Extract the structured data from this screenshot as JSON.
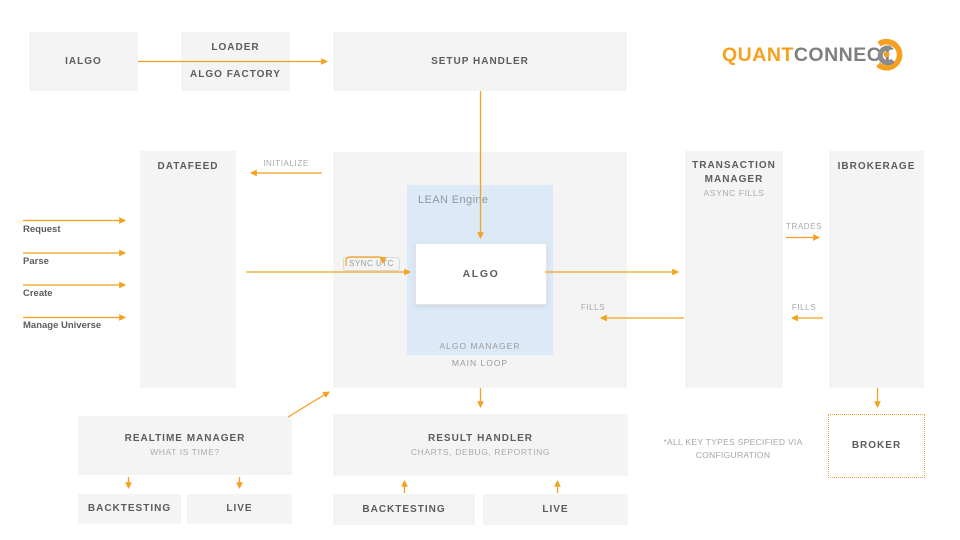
{
  "colors": {
    "accent_orange": "#F5A01E",
    "box_gray": "#F4F4F4",
    "text_dark": "#5C5C5C",
    "text_light": "#ABABAB",
    "lean_blue": "#DCE9F7",
    "logo_gray": "#7F7F7F"
  },
  "logo": {
    "quant": "QUANT",
    "connect": "CONNECT"
  },
  "nodes": {
    "ialgo": {
      "label": "IALGO"
    },
    "loader": {
      "line1": "LOADER",
      "line2": "ALGO FACTORY"
    },
    "setup_handler": {
      "label": "SETUP HANDLER"
    },
    "datafeed": {
      "label": "DATAFEED"
    },
    "lean_engine": {
      "label": "LEAN Engine",
      "footer1": "ALGO MANAGER",
      "footer2": "MAIN LOOP"
    },
    "algo": {
      "label": "ALGO"
    },
    "transaction_manager": {
      "line1": "TRANSACTION",
      "line2": "MANAGER",
      "subtitle": "ASYNC FILLS"
    },
    "ibrokerage": {
      "label": "IBROKERAGE"
    },
    "broker": {
      "label": "BROKER"
    },
    "realtime_manager": {
      "title": "REALTIME MANAGER",
      "subtitle": "WHAT IS TIME?"
    },
    "result_handler": {
      "title": "RESULT HANDLER",
      "subtitle": "CHARTS, DEBUG, REPORTING"
    },
    "backtesting_left": {
      "label": "BACKTESTING"
    },
    "live_left": {
      "label": "LIVE"
    },
    "backtesting_right": {
      "label": "BACKTESTING"
    },
    "live_right": {
      "label": "LIVE"
    }
  },
  "edge_labels": {
    "initialize": "INITIALIZE",
    "sync_utc": "SYNC UTC",
    "trades": "TRADES",
    "fills_to_lean": "FILLS",
    "fills_to_transaction_manager": "FILLS",
    "request": "Request",
    "parse": "Parse",
    "create": "Create",
    "manage_universe": "Manage Universe"
  },
  "note": {
    "line1": "*ALL KEY TYPES SPECIFIED VIA",
    "line2": "CONFIGURATION"
  }
}
